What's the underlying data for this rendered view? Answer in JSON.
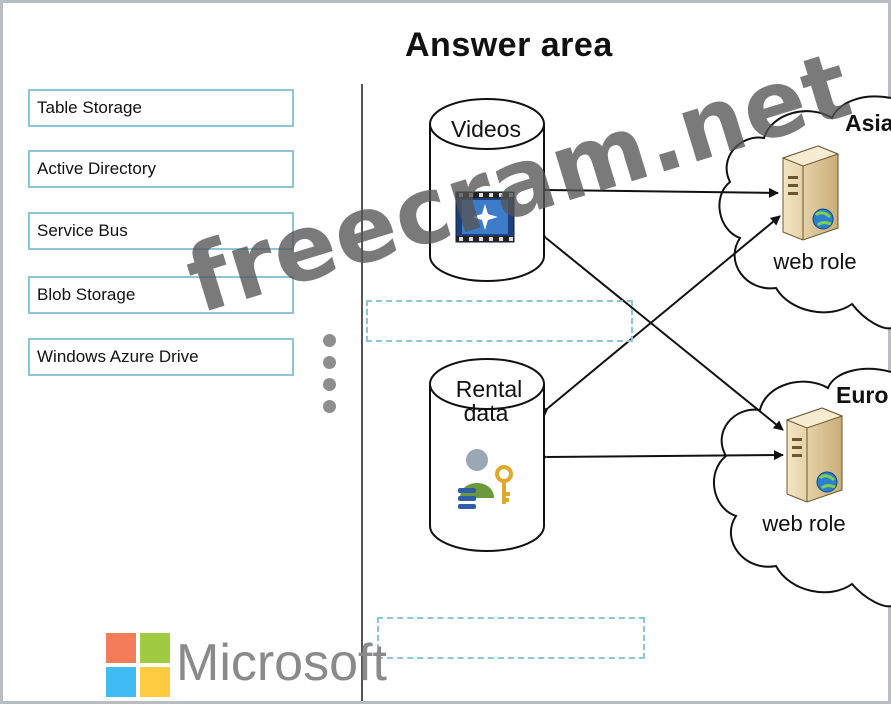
{
  "header": {
    "title": "Answer area"
  },
  "choices": [
    {
      "label": "Table Storage"
    },
    {
      "label": "Active Directory"
    },
    {
      "label": "Service Bus"
    },
    {
      "label": "Blob Storage"
    },
    {
      "label": "Windows Azure Drive"
    }
  ],
  "storage": {
    "videos": {
      "label": "Videos"
    },
    "rental": {
      "line1": "Rental",
      "line2": "data"
    }
  },
  "regions": {
    "asia": {
      "label": "Asia",
      "role": "web role"
    },
    "europe": {
      "label": "Euro",
      "role": "web role"
    }
  },
  "branding": {
    "logo_text": "Microsoft",
    "colors": {
      "red": "#f25022",
      "green": "#7fba00",
      "blue": "#00a4ef",
      "yellow": "#ffb900"
    }
  },
  "watermark": {
    "text": "freecram.net"
  }
}
